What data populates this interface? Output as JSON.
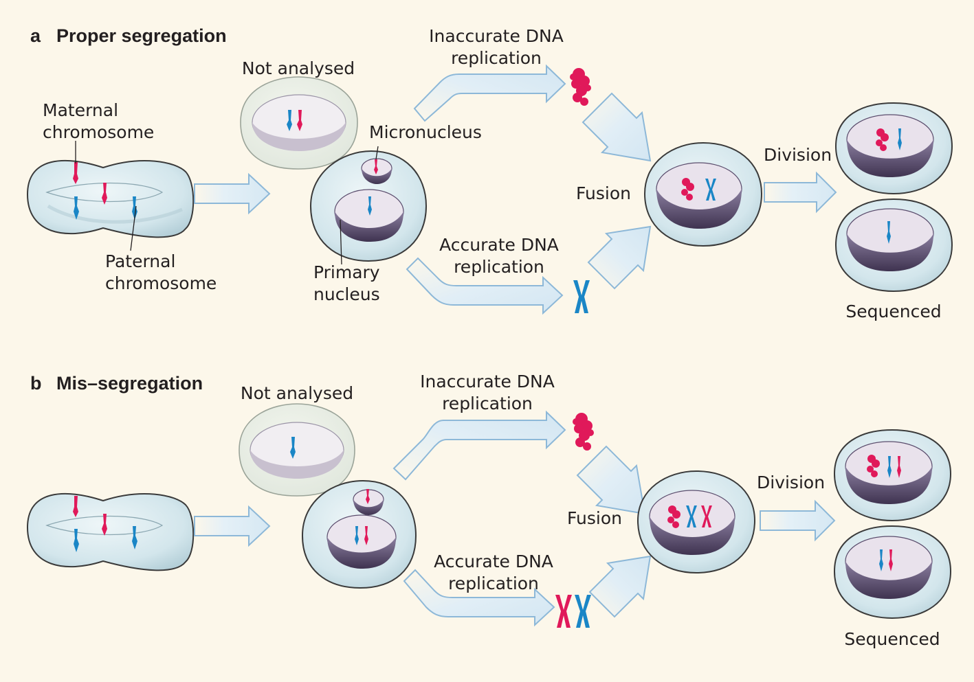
{
  "colors": {
    "background": "#fcf7ea",
    "maternal": "#e0195a",
    "paternal": "#1a86c6",
    "arrow_fill": "#dfeef7",
    "arrow_stroke": "#8db8d8",
    "cell_fill": "#d2e6ec",
    "nucleus_fill": "#e9e2ec",
    "nucleus_shadow": "#5a4c6c"
  },
  "panel_a": {
    "letter": "a",
    "title": "Proper segregation",
    "not_analysed": "Not analysed",
    "maternal_label": [
      "Maternal",
      "chromosome"
    ],
    "paternal_label": [
      "Paternal",
      "chromosome"
    ],
    "micronucleus": "Micronucleus",
    "primary_nucleus": [
      "Primary",
      "nucleus"
    ],
    "inaccurate": [
      "Inaccurate DNA",
      "replication"
    ],
    "accurate": [
      "Accurate DNA",
      "replication"
    ],
    "fusion": "Fusion",
    "division": "Division",
    "sequenced": "Sequenced"
  },
  "panel_b": {
    "letter": "b",
    "title": "Mis–segregation",
    "not_analysed": "Not analysed",
    "inaccurate": [
      "Inaccurate DNA",
      "replication"
    ],
    "accurate": [
      "Accurate DNA",
      "replication"
    ],
    "fusion": "Fusion",
    "division": "Division",
    "sequenced": "Sequenced"
  }
}
